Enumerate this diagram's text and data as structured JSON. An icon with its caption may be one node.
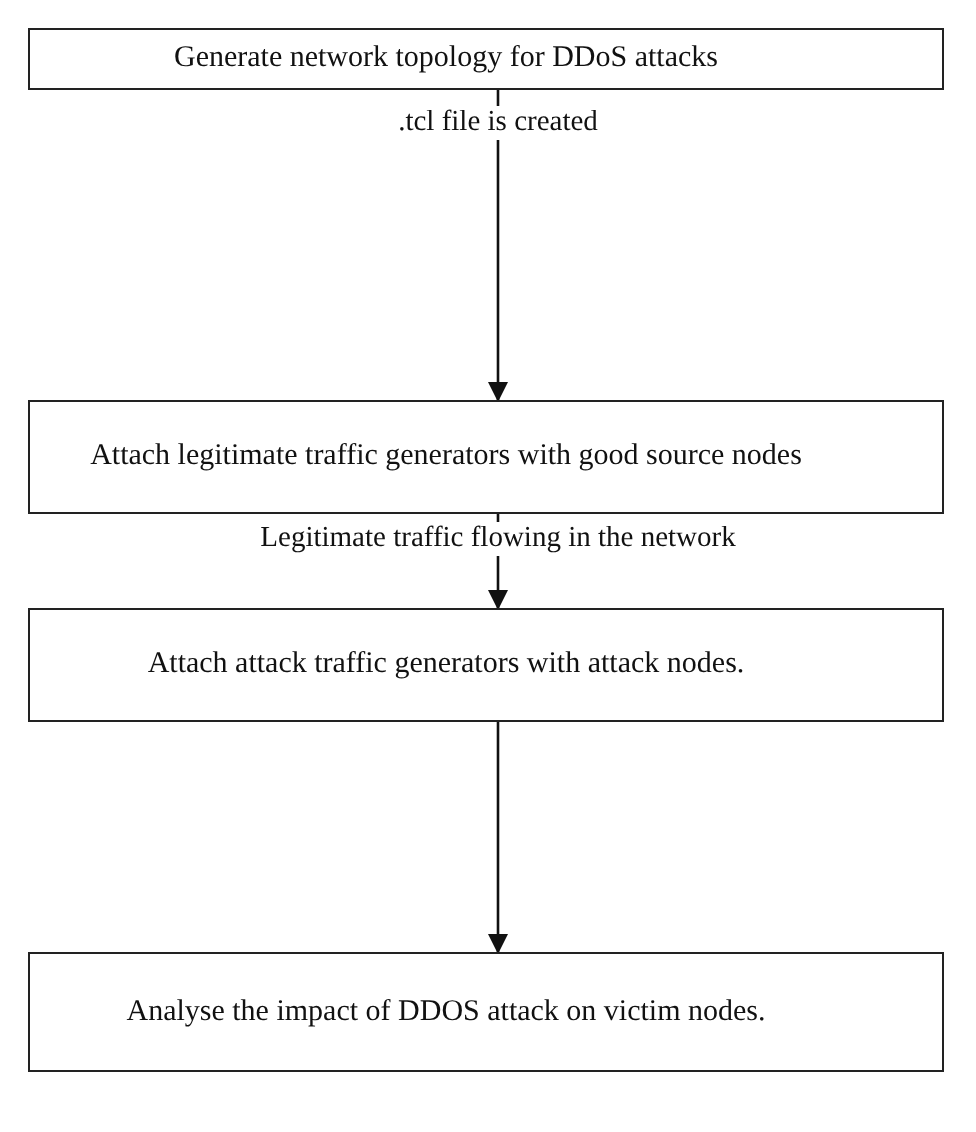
{
  "diagram": {
    "nodes": [
      {
        "text": [
          "Generate network topology for DDoS attacks"
        ]
      },
      {
        "text": [
          "Attach legitimate traffic generators with good source nodes"
        ]
      },
      {
        "text": [
          "Attach attack traffic generators with attack nodes."
        ]
      },
      {
        "text": [
          "Analyse the impact of DDOS attack on victim nodes."
        ]
      }
    ],
    "edges": [
      {
        "from": 0,
        "to": 1,
        "arrow": "to",
        "label": ".tcl file is created"
      },
      {
        "from": 1,
        "to": 2,
        "arrow": "to",
        "label": "Legitimate traffic flowing in the network"
      },
      {
        "from": 2,
        "to": 3,
        "arrow": "to"
      }
    ]
  }
}
